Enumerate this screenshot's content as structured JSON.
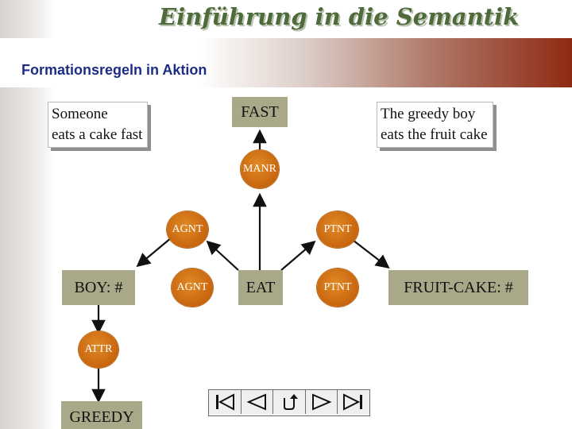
{
  "header": {
    "title": "Einführung in die Semantik"
  },
  "slide": {
    "heading": "Formationsregeln in Aktion"
  },
  "notes": {
    "left": [
      "Someone",
      "eats a cake fast"
    ],
    "right": [
      "The greedy boy",
      "eats the fruit cake"
    ]
  },
  "graph": {
    "concepts": {
      "fast": "FAST",
      "boy": "BOY: #",
      "eat": "EAT",
      "fruit_cake": "FRUIT-CAKE: #",
      "greedy": "GREEDY"
    },
    "relations": {
      "manr": "MANR",
      "agnt_top": "AGNT",
      "ptnt_top": "PTNT",
      "agnt_mid": "AGNT",
      "ptnt_mid": "PTNT",
      "attr": "ATTR"
    }
  },
  "navigation": {
    "buttons": [
      "first-slide",
      "previous-slide",
      "return",
      "next-slide",
      "last-slide"
    ]
  },
  "colors": {
    "concept_fill": "#a9a989",
    "relation_fill": "#cc6a11",
    "heading_text": "#1d2c86",
    "title_text": "#4f6a3b",
    "accent_gradient_end": "#8e2a12"
  }
}
